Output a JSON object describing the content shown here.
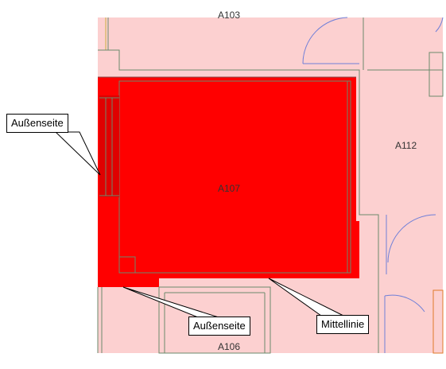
{
  "colors": {
    "background": "#ffffff",
    "room_fill": "#fcd0d0",
    "highlight_fill": "#ff0000",
    "wall_line": "#6b8a6b",
    "door_arc": "#6f7fd8",
    "callout_border": "#000000",
    "callout_fill": "#ffffff",
    "accent_orange": "#e07a2a"
  },
  "rooms": {
    "a107": "A107",
    "a112": "A112",
    "a106": "A106",
    "top_partial": "A103"
  },
  "callouts": {
    "outer_left": "Außenseite",
    "outer_bottom": "Außenseite",
    "center_line": "Mittellinie"
  }
}
